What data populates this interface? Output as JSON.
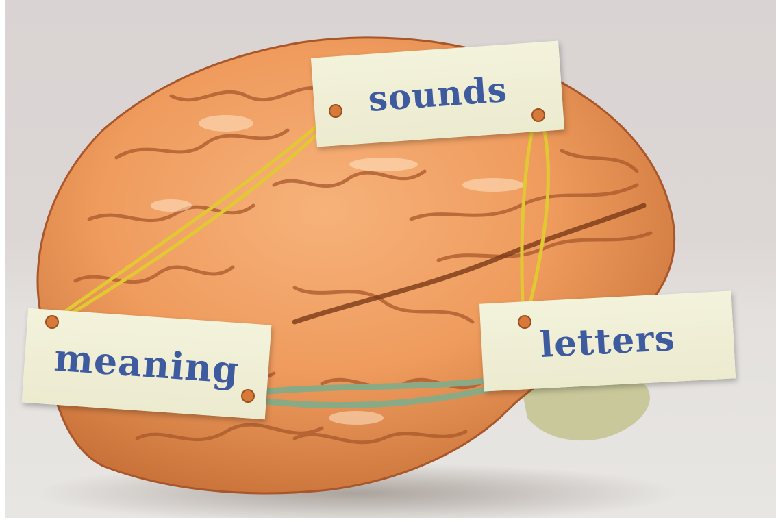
{
  "labels": {
    "sounds": "sounds",
    "meaning": "meaning",
    "letters": "letters"
  },
  "colors": {
    "brain": "#ef9b5d",
    "brain_shadow": "#b8622e",
    "tag_paper": "#efeed4",
    "tag_text": "#3f5ba0",
    "yarn_yellow": "#e2c832",
    "yarn_green": "#8aa985",
    "background": "#dcd6d4"
  },
  "connections": [
    {
      "from": "sounds",
      "to": "meaning",
      "color": "yellow"
    },
    {
      "from": "sounds",
      "to": "letters",
      "color": "yellow"
    },
    {
      "from": "meaning",
      "to": "letters",
      "color": "green"
    }
  ]
}
